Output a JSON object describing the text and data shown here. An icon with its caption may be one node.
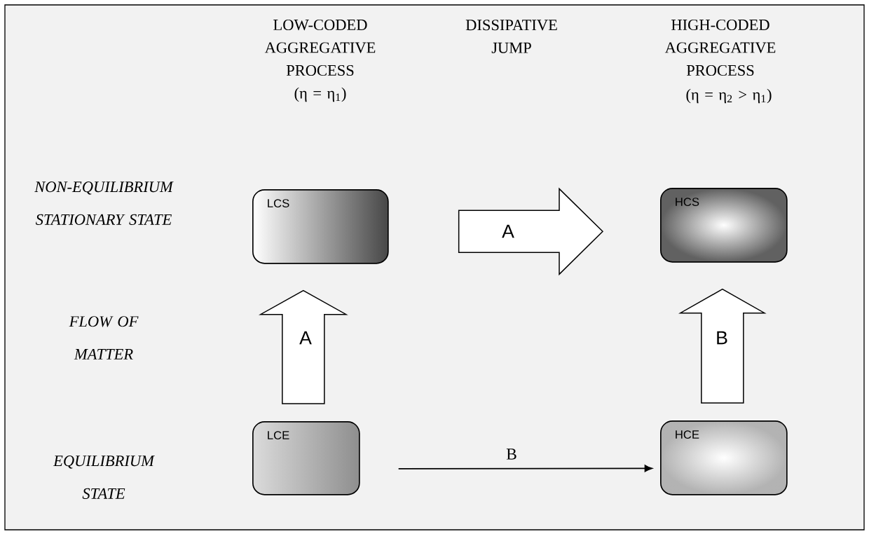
{
  "diagram": {
    "nodes": [
      {
        "text": [
          "LCS"
        ]
      },
      {
        "text": [
          "HCS"
        ]
      },
      {
        "text": [
          "LCE"
        ]
      },
      {
        "text": [
          "HCE"
        ]
      }
    ],
    "edges": [
      {
        "from": 0,
        "to": 1,
        "arrow": "to",
        "label": "A",
        "style": "thick"
      },
      {
        "from": 2,
        "to": 0,
        "arrow": "to",
        "label": "A",
        "style": "thick"
      },
      {
        "from": 3,
        "to": 1,
        "arrow": "to",
        "label": "B",
        "style": "thick"
      },
      {
        "from": 2,
        "to": 3,
        "arrow": "to",
        "label": "B"
      }
    ],
    "labels": [
      "LOW-CODED AGGREGATIVE PROCESS",
      "(η = η$_{1}$)",
      "DISSIPATIVE JUMP",
      "HIGH-CODED AGGREGATIVE PROCESS",
      "(η = η$_{2}$ > η$_{1}$)",
      "NON-EQUILIBRIUM STATIONARY STATE",
      "FLOW OF MATTER",
      "EQUILIBRIUM STATE"
    ]
  }
}
